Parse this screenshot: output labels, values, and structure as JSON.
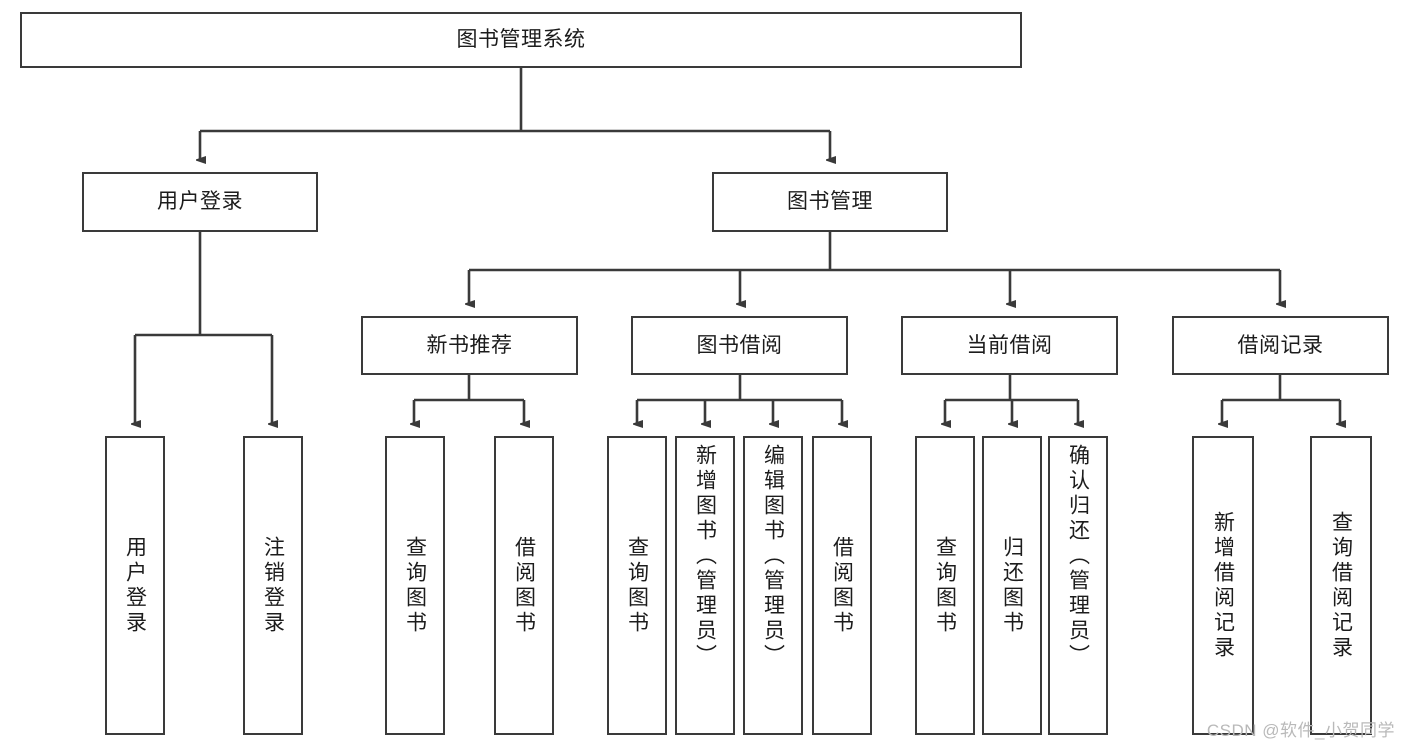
{
  "diagram": {
    "type": "tree",
    "title": "图书管理系统",
    "root": {
      "label": "图书管理系统"
    },
    "level2": [
      {
        "label": "用户登录"
      },
      {
        "label": "图书管理"
      }
    ],
    "level3": [
      {
        "label": "新书推荐"
      },
      {
        "label": "图书借阅"
      },
      {
        "label": "当前借阅"
      },
      {
        "label": "借阅记录"
      }
    ],
    "leaves": {
      "user_login": [
        {
          "label": "用户登录"
        },
        {
          "label": "注销登录"
        }
      ],
      "new_book_recommend": [
        {
          "label": "查询图书"
        },
        {
          "label": "借阅图书"
        }
      ],
      "book_borrow": [
        {
          "label": "查询图书"
        },
        {
          "label": "新增图书（管理员）"
        },
        {
          "label": "编辑图书（管理员）"
        },
        {
          "label": "借阅图书"
        }
      ],
      "current_borrow": [
        {
          "label": "查询图书"
        },
        {
          "label": "归还图书"
        },
        {
          "label": "确认归还（管理员）"
        }
      ],
      "borrow_record": [
        {
          "label": "新增借阅记录"
        },
        {
          "label": "查询借阅记录"
        }
      ]
    }
  },
  "watermark": {
    "text": "CSDN @软件_小贺同学"
  },
  "colors": {
    "border": "#3a3a3a",
    "text": "#1c1c1c",
    "background": "#ffffff",
    "watermark": "#b9b9b9"
  }
}
